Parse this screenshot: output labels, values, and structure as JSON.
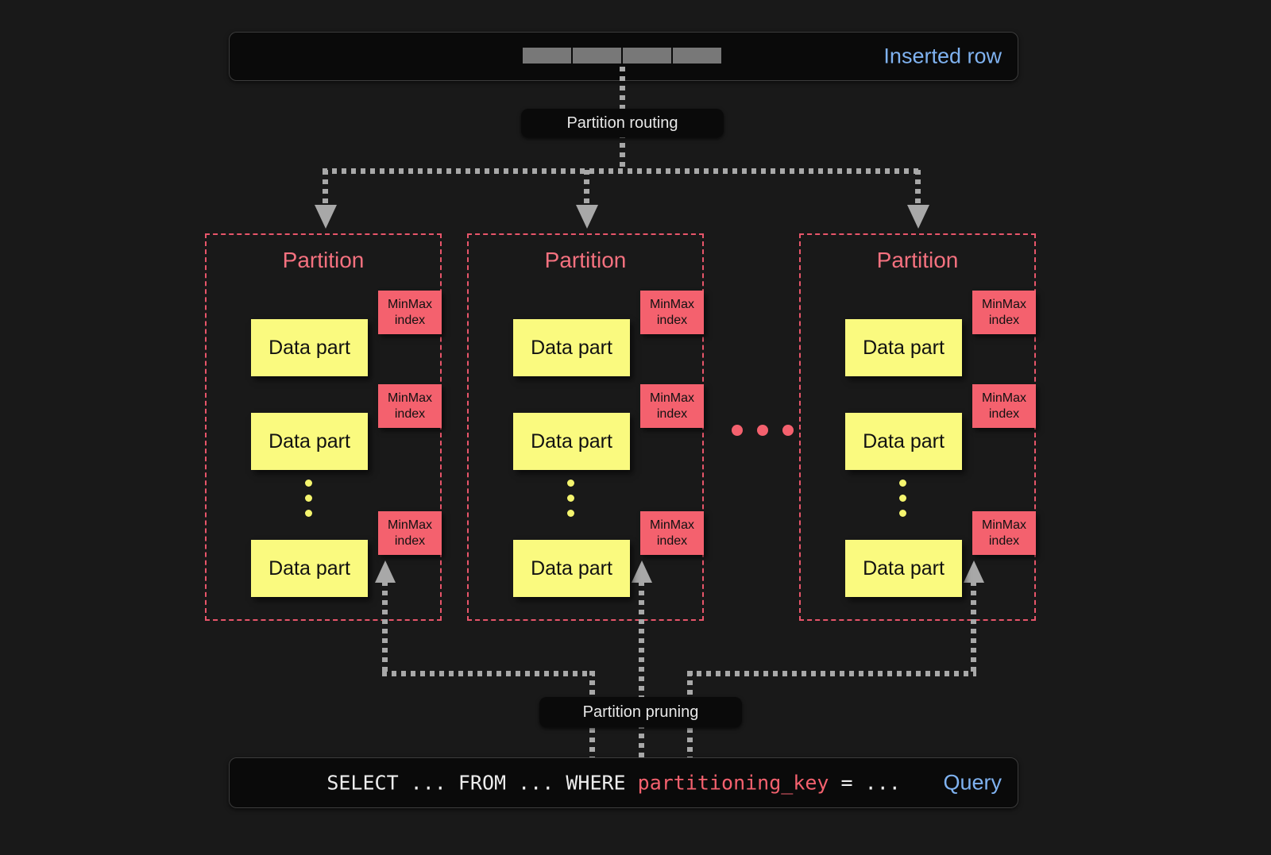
{
  "background": "#191919",
  "top": {
    "inserted_row_label": "Inserted row",
    "row_cell_count": 4,
    "row_cell_color": "#787878"
  },
  "routing": {
    "label": "Partition routing"
  },
  "pruning": {
    "label": "Partition pruning"
  },
  "partitions": [
    {
      "title": "Partition",
      "parts": [
        {
          "data_part_label": "Data part",
          "minmax_line1": "MinMax",
          "minmax_line2": "index"
        },
        {
          "data_part_label": "Data part",
          "minmax_line1": "MinMax",
          "minmax_line2": "index"
        },
        {
          "data_part_label": "Data part",
          "minmax_line1": "MinMax",
          "minmax_line2": "index"
        }
      ]
    },
    {
      "title": "Partition",
      "parts": [
        {
          "data_part_label": "Data part",
          "minmax_line1": "MinMax",
          "minmax_line2": "index"
        },
        {
          "data_part_label": "Data part",
          "minmax_line1": "MinMax",
          "minmax_line2": "index"
        },
        {
          "data_part_label": "Data part",
          "minmax_line1": "MinMax",
          "minmax_line2": "index"
        }
      ]
    },
    {
      "title": "Partition",
      "parts": [
        {
          "data_part_label": "Data part",
          "minmax_line1": "MinMax",
          "minmax_line2": "index"
        },
        {
          "data_part_label": "Data part",
          "minmax_line1": "MinMax",
          "minmax_line2": "index"
        },
        {
          "data_part_label": "Data part",
          "minmax_line1": "MinMax",
          "minmax_line2": "index"
        }
      ]
    }
  ],
  "query": {
    "prefix": "SELECT ... FROM ... WHERE ",
    "key": "partitioning_key",
    "suffix": " = ...",
    "label": "Query"
  },
  "colors": {
    "partition_border": "#e8556a",
    "partition_title": "#F4717F",
    "minmax_bg": "#F4616E",
    "data_part_bg": "#FAFA7F",
    "connector": "#a8a8a8",
    "accent_blue": "#7FB2F0"
  }
}
